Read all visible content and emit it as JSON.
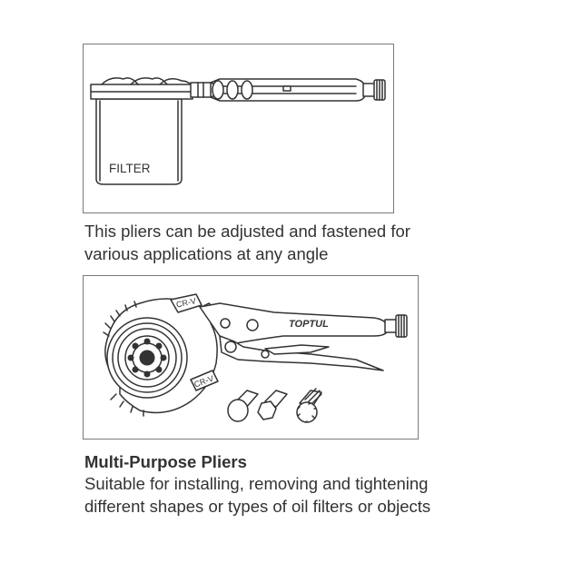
{
  "figure1": {
    "filter_label": "FILTER",
    "caption_lines": [
      "This pliers can be adjusted and fastened for",
      "various applications at any angle"
    ]
  },
  "figure2": {
    "brand_label": "TOPTUL",
    "material_label_top": "CR-V",
    "material_label_bottom": "CR-V",
    "heading": "Multi-Purpose Pliers",
    "caption_lines": [
      "Suitable for installing, removing and tightening",
      "different shapes or types of oil filters or objects"
    ]
  }
}
